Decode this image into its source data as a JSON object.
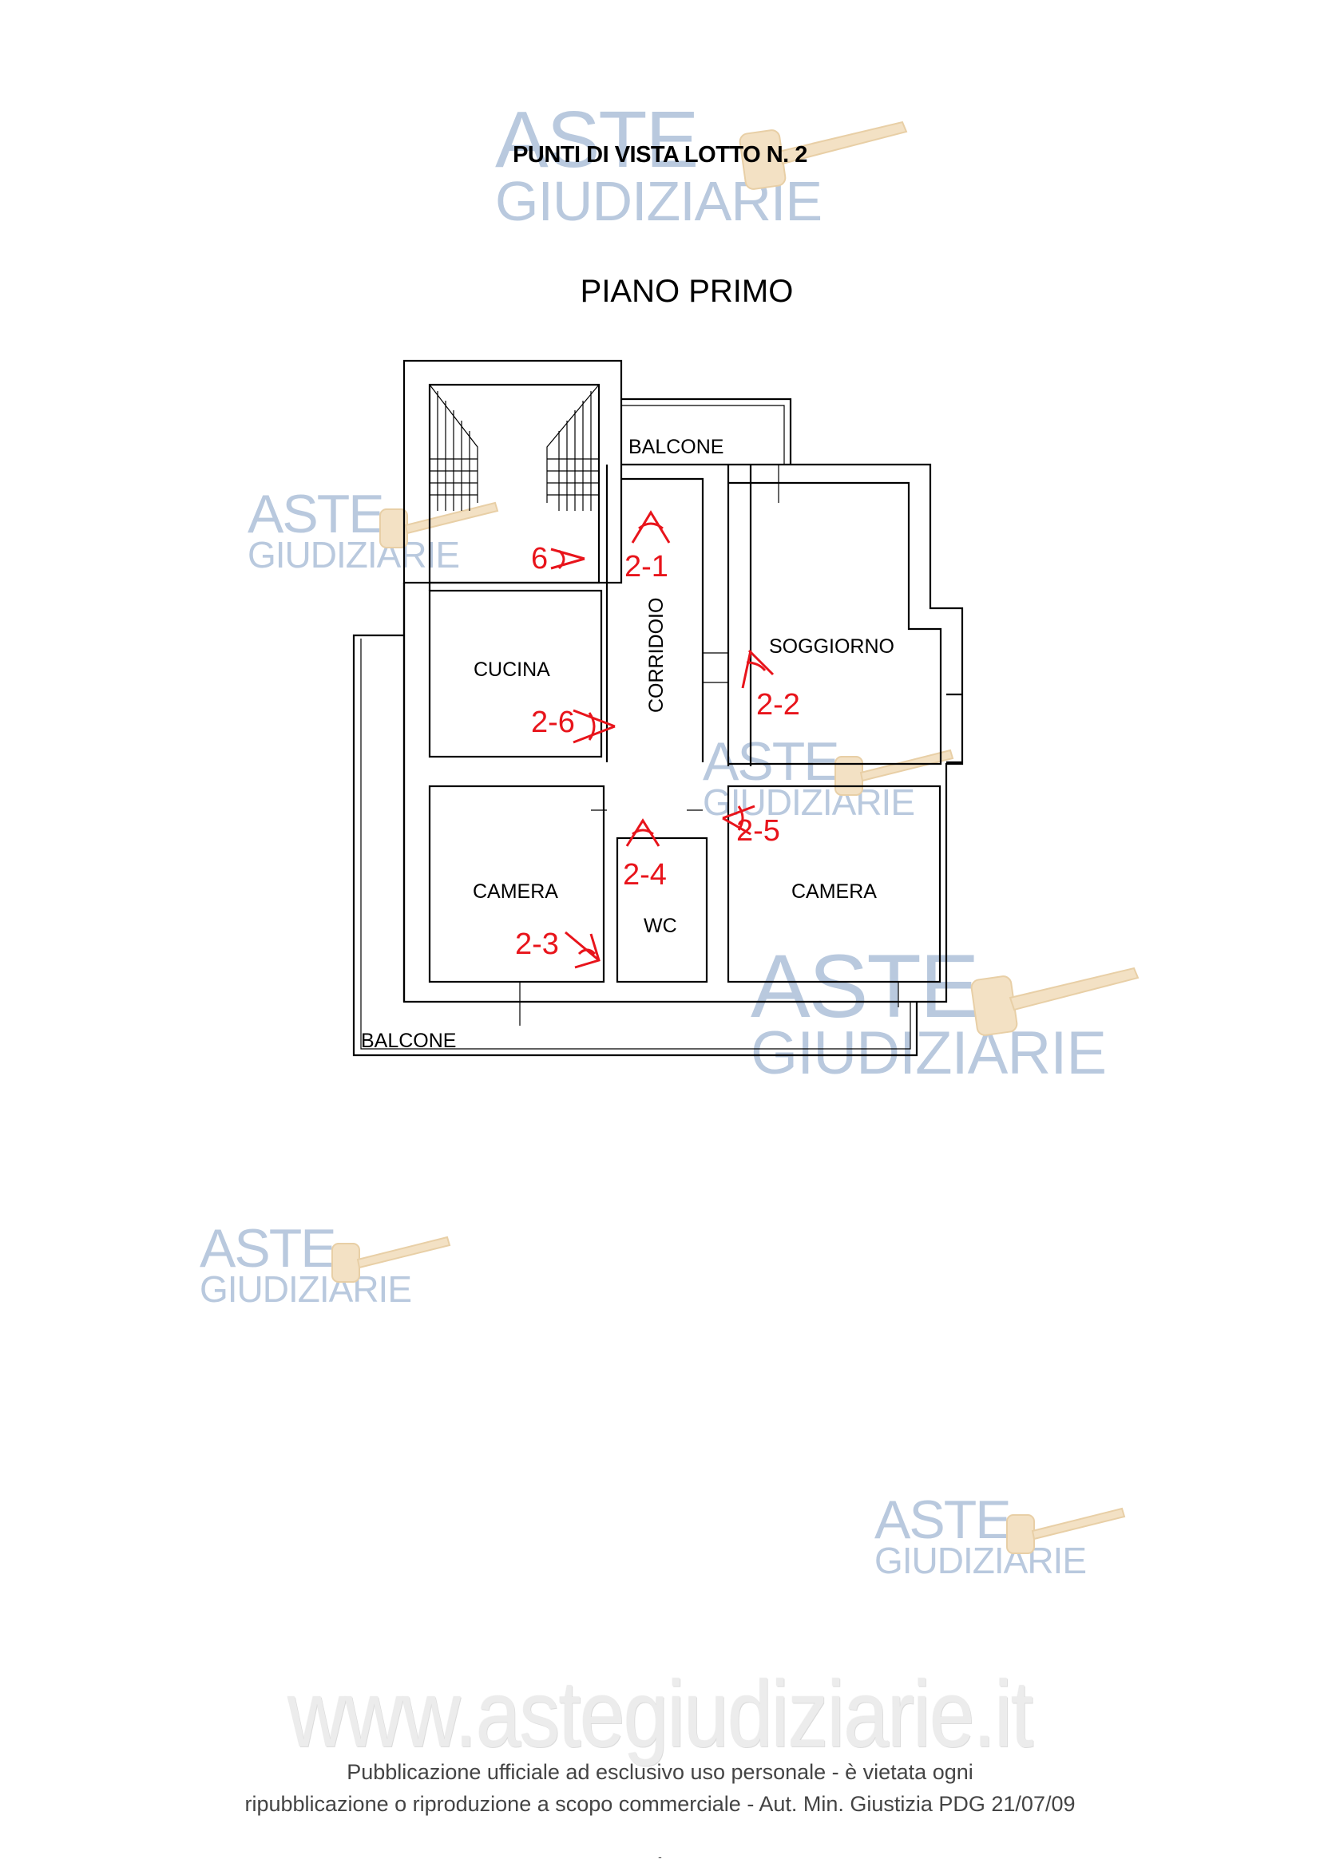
{
  "document": {
    "header_title": "PUNTI DI VISTA LOTTO N. 2",
    "plan_title": "PIANO PRIMO"
  },
  "floor_plan": {
    "rooms": {
      "balcone_top": "BALCONE",
      "corridoio": "CORRIDOIO",
      "soggiorno": "SOGGIORNO",
      "cucina": "CUCINA",
      "camera_left": "CAMERA",
      "camera_right": "CAMERA",
      "wc": "WC",
      "balcone_bottom": "BALCONE"
    },
    "viewpoints": {
      "vp_6": "6",
      "vp_2_1": "2-1",
      "vp_2_2": "2-2",
      "vp_2_3": "2-3",
      "vp_2_4": "2-4",
      "vp_2_5": "2-5",
      "vp_2_6": "2-6"
    },
    "colors": {
      "walls": "#000000",
      "annotations": "#e8141b"
    }
  },
  "watermarks": [
    {
      "aste": "ASTE",
      "giudiziarie": "GIUDIZIARIE"
    },
    {
      "aste": "ASTE",
      "giudiziarie": "GIUDIZIARIE"
    },
    {
      "aste": "ASTE",
      "giudiziarie": "GIUDIZIARIE"
    },
    {
      "aste": "ASTE",
      "giudiziarie": "GIUDIZIARIE"
    },
    {
      "aste": "ASTE",
      "giudiziarie": "GIUDIZIARIE"
    },
    {
      "aste": "ASTE",
      "giudiziarie": "GIUDIZIARIE"
    }
  ],
  "footer": {
    "site_url": "www.astegiudiziarie.it",
    "notice_line_1": "Pubblicazione ufficiale ad esclusivo uso personale - è vietata ogni",
    "notice_line_2": "ripubblicazione o riproduzione a scopo commerciale - Aut. Min. Giustizia PDG 21/07/09",
    "page_mark": "-"
  }
}
